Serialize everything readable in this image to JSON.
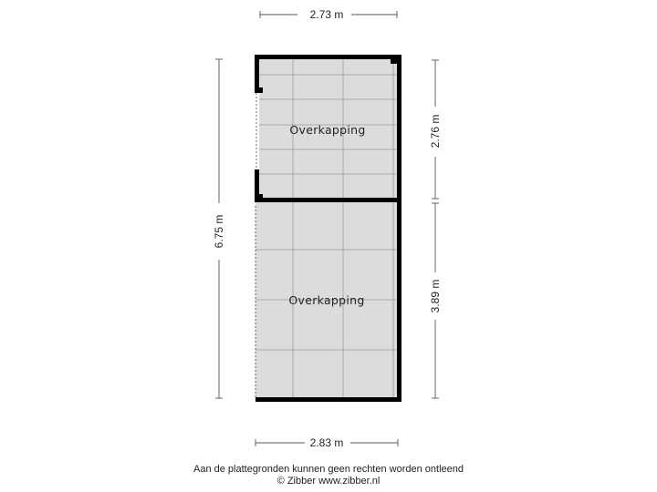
{
  "dimensions": {
    "top_width": "2.73 m",
    "bottom_width": "2.83 m",
    "left_total_height": "6.75 m",
    "right_upper_height": "2.76 m",
    "right_lower_height": "3.89 m"
  },
  "rooms": [
    {
      "label": "Overkapping"
    },
    {
      "label": "Overkapping"
    }
  ],
  "footer": {
    "disclaimer": "Aan de plattegronden kunnen geen rechten worden ontleend",
    "copyright": "© Zibber www.zibber.nl"
  },
  "colors": {
    "wall": "#000000",
    "floor": "#dcdcdc",
    "grid": "#9a9a9a",
    "dimension_line": "#555555"
  }
}
